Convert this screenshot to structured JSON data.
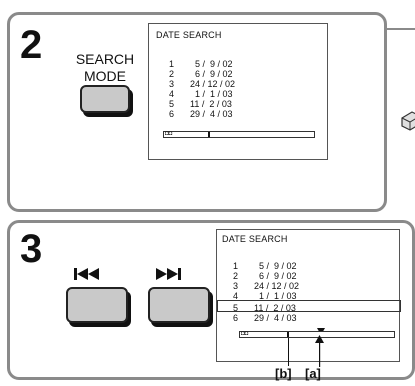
{
  "step2": {
    "number": "2",
    "button_label_line1": "SEARCH",
    "button_label_line2": "MODE",
    "screen": {
      "title": "DATE  SEARCH",
      "entries": [
        {
          "index": "1",
          "date": "  5 /  9 / 02"
        },
        {
          "index": "2",
          "date": "  6 /  9 / 02"
        },
        {
          "index": "3",
          "date": "24 / 12 / 02"
        },
        {
          "index": "4",
          "date": "  1 /  1 / 03"
        },
        {
          "index": "5",
          "date": "11 /  2 / 03"
        },
        {
          "index": "6",
          "date": "29 /  4 / 03"
        }
      ]
    }
  },
  "step3": {
    "number": "3",
    "prev_icon": "skip-previous-icon",
    "next_icon": "skip-next-icon",
    "screen": {
      "title": "DATE  SEARCH",
      "highlighted_index": "5",
      "entries": [
        {
          "index": "1",
          "date": "  5 /  9 / 02"
        },
        {
          "index": "2",
          "date": "  6 /  9 / 02"
        },
        {
          "index": "3",
          "date": "24 / 12 / 02"
        },
        {
          "index": "4",
          "date": "  1 /  1 / 03"
        },
        {
          "index": "5",
          "date": "11 /  2 / 03"
        },
        {
          "index": "6",
          "date": "29 /  4 / 03"
        }
      ]
    },
    "label_b": "[b]",
    "label_a": "[a]"
  }
}
